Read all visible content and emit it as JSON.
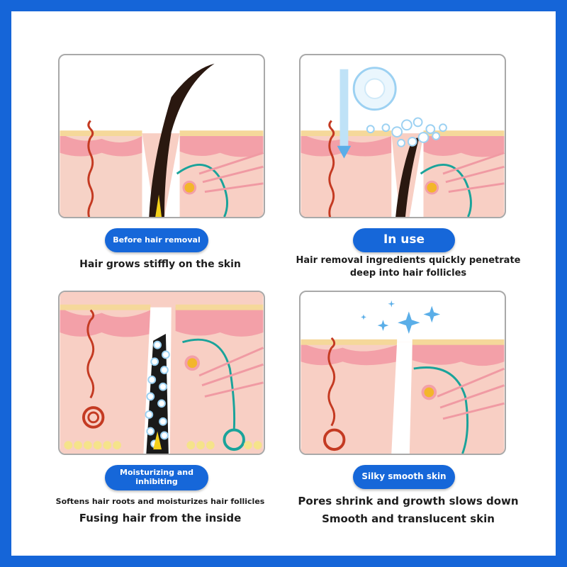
{
  "colors": {
    "border": "#1565d8",
    "pill": "#1667d9",
    "skin_top": "#f3a0a8",
    "skin_inner": "#f8cfc4",
    "fat_layer": "#f5d89a",
    "hair": "#2a1810",
    "nerve": "#1aa39a",
    "vessel": "#c43a22"
  },
  "panels": [
    {
      "badge": "Before hair removal",
      "captions": [
        "Hair grows stiffly on the skin"
      ]
    },
    {
      "badge": "In use",
      "captions": [
        "Hair removal ingredients quickly penetrate",
        "deep into hair follicles"
      ]
    },
    {
      "badge": "Moisturizing and inhibiting",
      "captions": [
        "Softens hair roots and moisturizes hair follicles",
        "Fusing hair from the inside"
      ]
    },
    {
      "badge": "Silky smooth skin",
      "captions": [
        "Pores shrink and growth slows down",
        "Smooth and translucent skin"
      ]
    }
  ]
}
